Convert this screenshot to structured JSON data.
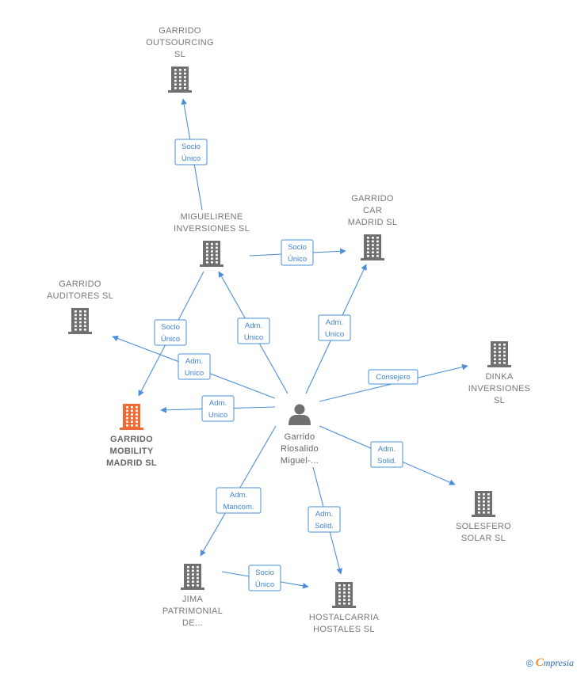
{
  "nodes": [
    {
      "id": "outsourcing",
      "kind": "company",
      "lines": [
        "GARRIDO",
        "OUTSOURCING",
        "SL"
      ],
      "label_pos": "above"
    },
    {
      "id": "miguelirene",
      "kind": "company",
      "lines": [
        "MIGUELIRENE",
        "INVERSIONES SL"
      ],
      "label_pos": "above"
    },
    {
      "id": "car_madrid",
      "kind": "company",
      "lines": [
        "GARRIDO",
        "CAR",
        "MADRID  SL"
      ],
      "label_pos": "above"
    },
    {
      "id": "auditores",
      "kind": "company",
      "lines": [
        "GARRIDO",
        "AUDITORES SL"
      ],
      "label_pos": "above"
    },
    {
      "id": "dinka",
      "kind": "company",
      "lines": [
        "DINKA",
        "INVERSIONES",
        "SL"
      ],
      "label_pos": "below"
    },
    {
      "id": "mobility",
      "kind": "company",
      "focus": true,
      "lines": [
        "GARRIDO",
        "MOBILITY",
        "MADRID  SL"
      ],
      "label_pos": "below"
    },
    {
      "id": "person",
      "kind": "person",
      "lines": [
        "Garrido",
        "Riosalido",
        "Miguel-..."
      ],
      "label_pos": "below"
    },
    {
      "id": "solesfero",
      "kind": "company",
      "lines": [
        "SOLESFERO",
        "SOLAR  SL"
      ],
      "label_pos": "below"
    },
    {
      "id": "jima",
      "kind": "company",
      "lines": [
        "JIMA",
        "PATRIMONIAL",
        "DE..."
      ],
      "label_pos": "below"
    },
    {
      "id": "hostalcarria",
      "kind": "company",
      "lines": [
        "HOSTALCARRIA",
        "HOSTALES  SL"
      ],
      "label_pos": "below"
    }
  ],
  "edges": [
    {
      "from": "miguelirene",
      "to": "outsourcing",
      "label": [
        "Socio",
        "Único"
      ]
    },
    {
      "from": "miguelirene",
      "to": "car_madrid",
      "label": [
        "Socio",
        "Único"
      ]
    },
    {
      "from": "miguelirene",
      "to": "mobility",
      "label": [
        "Socio",
        "Único"
      ]
    },
    {
      "from": "person",
      "to": "miguelirene",
      "label": [
        "Adm.",
        "Unico"
      ]
    },
    {
      "from": "person",
      "to": "car_madrid",
      "label": [
        "Adm.",
        "Unico"
      ]
    },
    {
      "from": "person",
      "to": "auditores",
      "label": [
        "Adm.",
        "Unico"
      ]
    },
    {
      "from": "person",
      "to": "mobility",
      "label": [
        "Adm.",
        "Unico"
      ]
    },
    {
      "from": "person",
      "to": "dinka",
      "label": [
        "Consejero"
      ]
    },
    {
      "from": "person",
      "to": "solesfero",
      "label": [
        "Adm.",
        "Solid."
      ]
    },
    {
      "from": "person",
      "to": "jima",
      "label": [
        "Adm.",
        "Mancom."
      ]
    },
    {
      "from": "person",
      "to": "hostalcarria",
      "label": [
        "Adm.",
        "Solid."
      ]
    },
    {
      "from": "jima",
      "to": "hostalcarria",
      "label": [
        "Socio",
        "Único"
      ]
    }
  ],
  "colors": {
    "edge": "#4a8fd8",
    "company_icon": "#707070",
    "focus_icon": "#f06a35",
    "person_icon": "#707070"
  },
  "footer": {
    "copyright_symbol": "©",
    "brand_first": "C",
    "brand_rest": "mpresia"
  }
}
